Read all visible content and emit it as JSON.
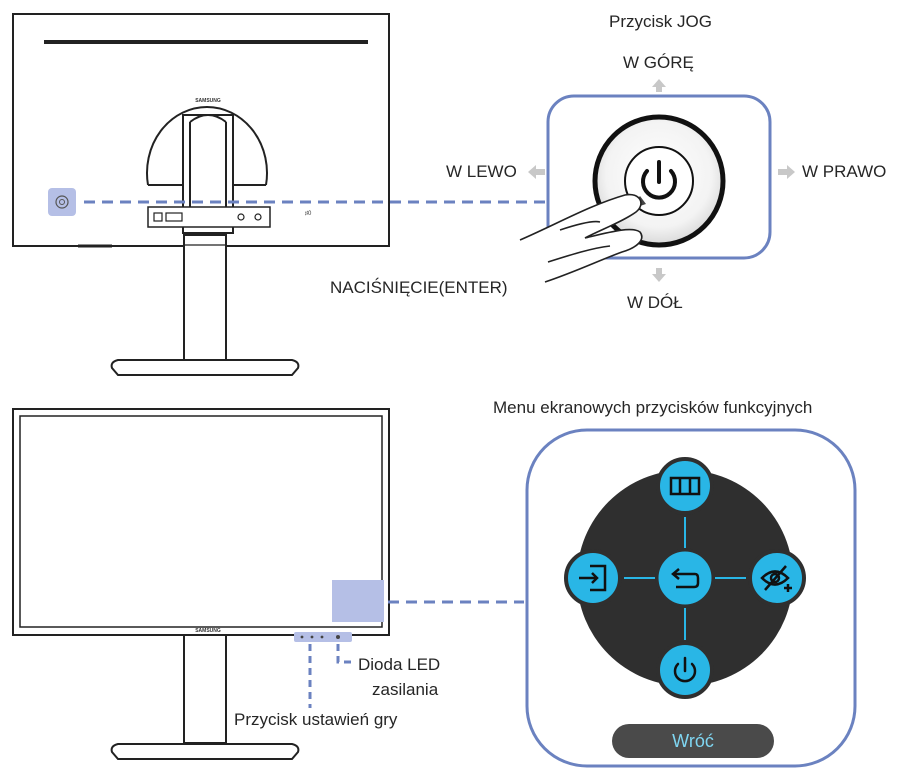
{
  "top": {
    "jog_title": "Przycisk JOG",
    "up": "W GÓRĘ",
    "down": "W DÓŁ",
    "left": "W LEWO",
    "right": "W PRAWO",
    "press": "NACIŚNIĘCIE(ENTER)",
    "brand": "SAMSUNG"
  },
  "bottom": {
    "menu_title": "Menu ekranowych przycisków funkcyjnych",
    "power_led": [
      "Dioda LED",
      "zasilania"
    ],
    "game_button": "Przycisk ustawień gry",
    "brand": "SAMSUNG",
    "return_label": "Wróć"
  },
  "menu_icons": {
    "top": "menu-grid-icon",
    "left": "input-source-icon",
    "center": "return-icon",
    "right": "eye-saver-icon",
    "bottom": "power-icon"
  },
  "colors": {
    "accent_blue": "#6b82c0",
    "highlight": "#b5bfe6",
    "cyan": "#29b6e6",
    "dark_disc": "#2f2f2f"
  }
}
